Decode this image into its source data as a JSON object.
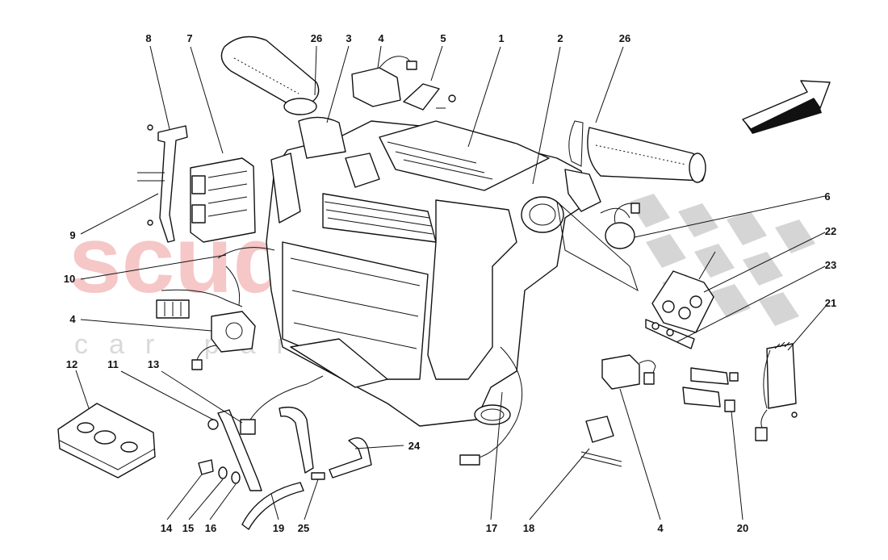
{
  "diagram": {
    "watermark": {
      "main": "scuderia",
      "sub": "car parts"
    },
    "callouts": [
      {
        "id": "c8",
        "text": "8"
      },
      {
        "id": "c7",
        "text": "7"
      },
      {
        "id": "c26a",
        "text": "26"
      },
      {
        "id": "c3",
        "text": "3"
      },
      {
        "id": "c4a",
        "text": "4"
      },
      {
        "id": "c5",
        "text": "5"
      },
      {
        "id": "c1",
        "text": "1"
      },
      {
        "id": "c2",
        "text": "2"
      },
      {
        "id": "c26b",
        "text": "26"
      },
      {
        "id": "c6",
        "text": "6"
      },
      {
        "id": "c22",
        "text": "22"
      },
      {
        "id": "c23",
        "text": "23"
      },
      {
        "id": "c21",
        "text": "21"
      },
      {
        "id": "c9",
        "text": "9"
      },
      {
        "id": "c10",
        "text": "10"
      },
      {
        "id": "c4b",
        "text": "4"
      },
      {
        "id": "c12",
        "text": "12"
      },
      {
        "id": "c11",
        "text": "11"
      },
      {
        "id": "c13",
        "text": "13"
      },
      {
        "id": "c24",
        "text": "24"
      },
      {
        "id": "c14",
        "text": "14"
      },
      {
        "id": "c15",
        "text": "15"
      },
      {
        "id": "c16",
        "text": "16"
      },
      {
        "id": "c19",
        "text": "19"
      },
      {
        "id": "c25",
        "text": "25"
      },
      {
        "id": "c17",
        "text": "17"
      },
      {
        "id": "c18",
        "text": "18"
      },
      {
        "id": "c4c",
        "text": "4"
      },
      {
        "id": "c20",
        "text": "20"
      }
    ],
    "icons": [
      "direction-arrow-icon"
    ]
  }
}
